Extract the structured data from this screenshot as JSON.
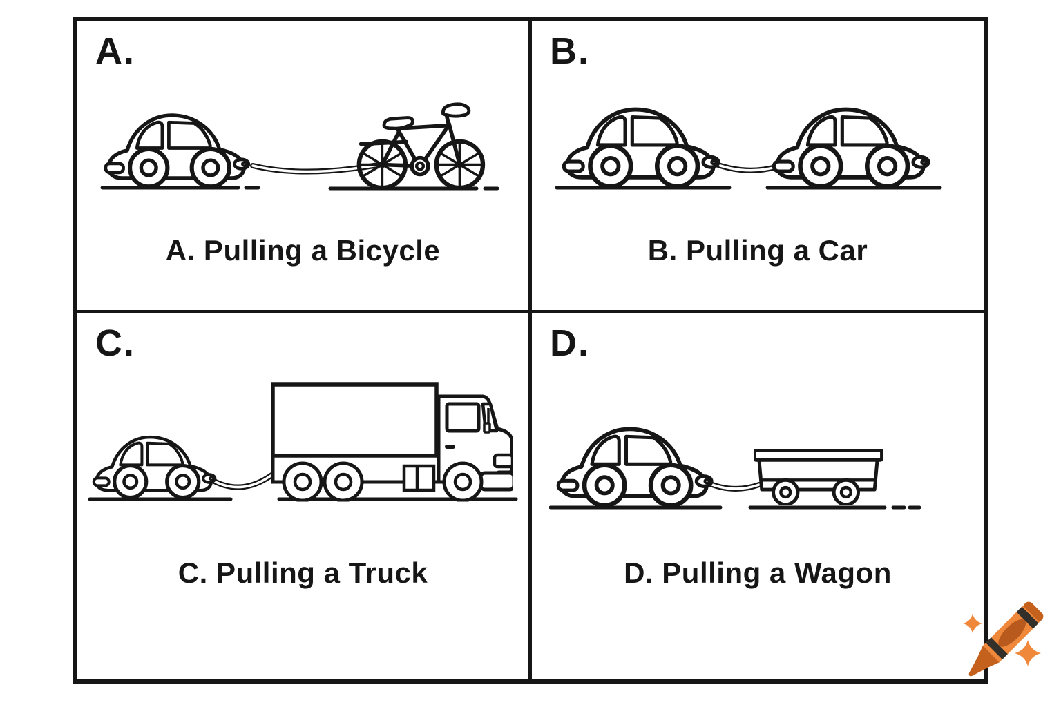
{
  "canvas": {
    "background": "#ffffff",
    "ink": "#161616"
  },
  "panels": [
    {
      "letter": "A.",
      "caption": "A. Pulling a Bicycle",
      "scene": "car-pulling-bicycle"
    },
    {
      "letter": "B.",
      "caption": "B. Pulling a Car",
      "scene": "car-pulling-car"
    },
    {
      "letter": "C.",
      "caption": "C. Pulling a Truck",
      "scene": "car-pulling-truck"
    },
    {
      "letter": "D.",
      "caption": "D. Pulling a Wagon",
      "scene": "car-pulling-wagon"
    }
  ],
  "watermark": {
    "icon": "crayon-icon",
    "colors": {
      "body": "#F0883C",
      "stripe": "#33302B",
      "label": "#B85A1D",
      "tip": "#C4611C",
      "sparkle": "#F0883C"
    }
  }
}
